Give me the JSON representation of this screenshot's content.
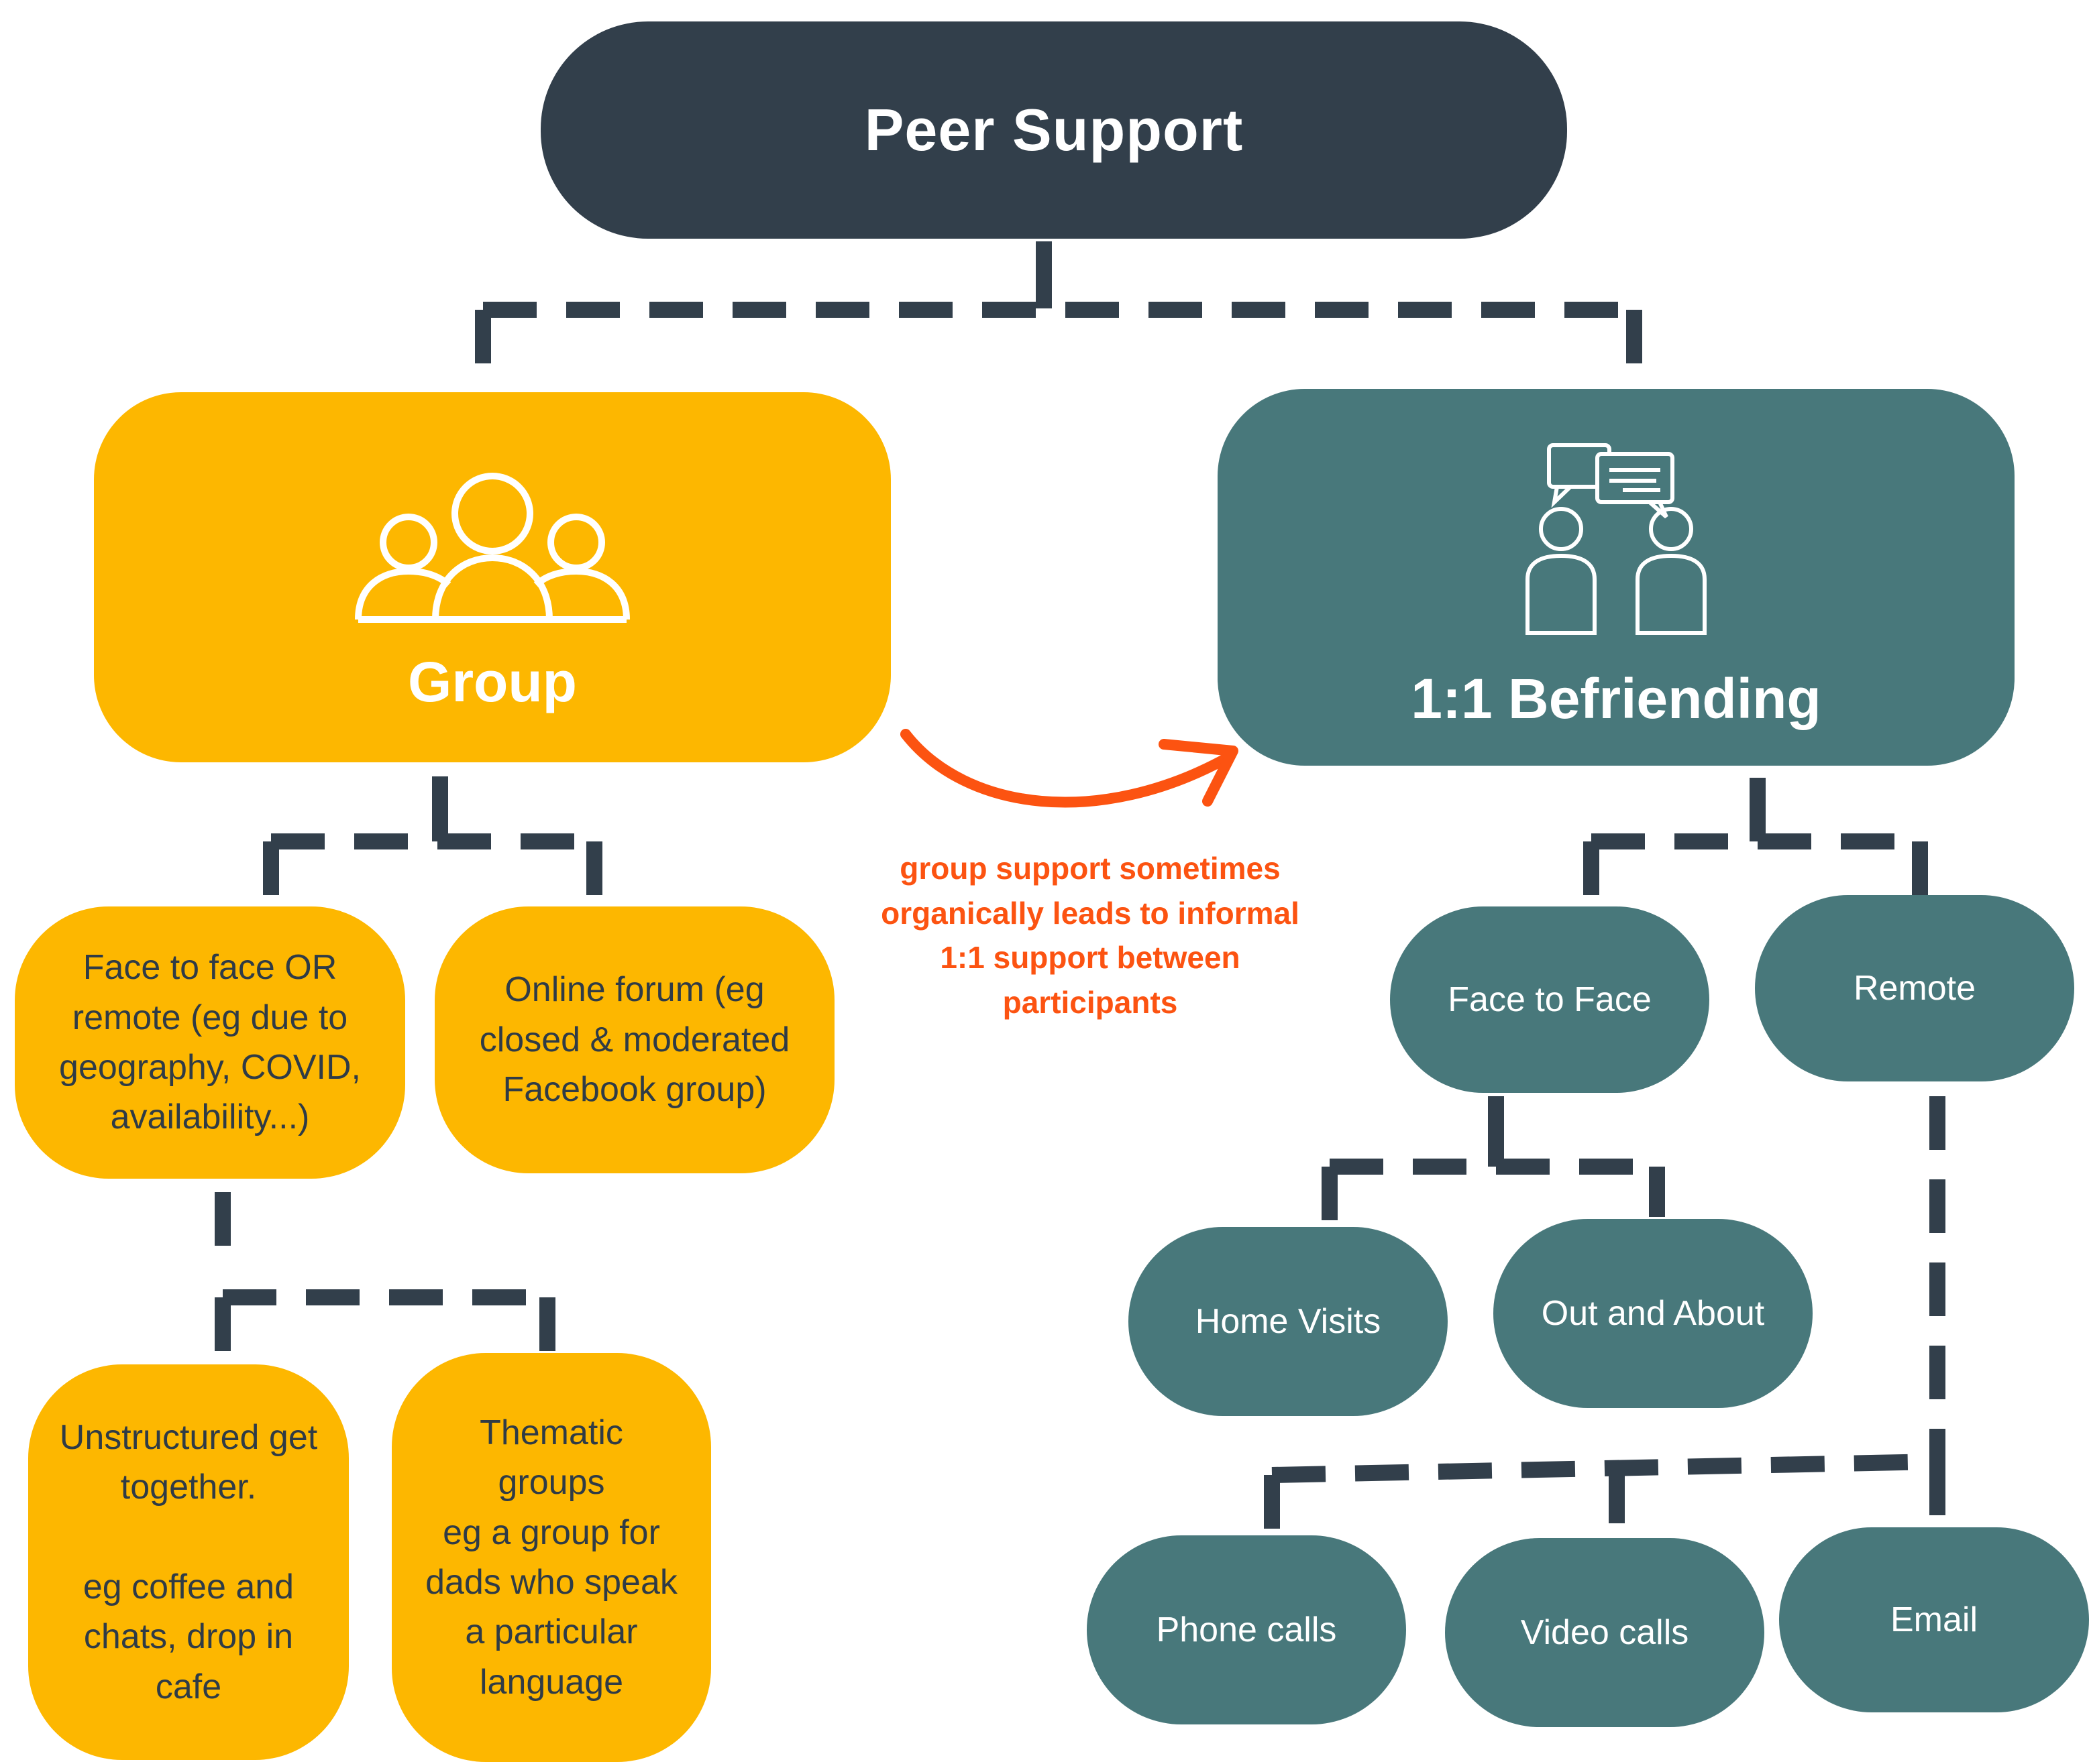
{
  "root": {
    "label": "Peer Support"
  },
  "group": {
    "label": "Group",
    "icon": "people-group-icon",
    "children": [
      {
        "label": "Face to face OR\nremote (eg due to\ngeography, COVID,\navailability...)"
      },
      {
        "label": "Online forum (eg\nclosed & moderated\nFacebook group)"
      }
    ],
    "grandchildren": [
      {
        "label": "Unstructured get\ntogether.\n\neg coffee and\nchats, drop in\ncafe"
      },
      {
        "label": "Thematic\ngroups\neg a group for\ndads who speak\na particular\nlanguage"
      }
    ]
  },
  "befriending": {
    "label": "1:1 Befriending",
    "icon": "two-people-chatting-icon",
    "children": [
      {
        "label": "Face to Face"
      },
      {
        "label": "Remote"
      }
    ],
    "face_to_face_children": [
      {
        "label": "Home Visits"
      },
      {
        "label": "Out and About"
      }
    ],
    "remote_children": [
      {
        "label": "Phone calls"
      },
      {
        "label": "Video calls"
      },
      {
        "label": "Email"
      }
    ]
  },
  "annotation": {
    "text": "group support sometimes\norganically leads to informal\n1:1 support between\nparticipants"
  },
  "colors": {
    "dark": "#323f4b",
    "yellow": "#fdb700",
    "teal": "#48787b",
    "accent": "#fc5311",
    "connector": "#323f4b"
  }
}
